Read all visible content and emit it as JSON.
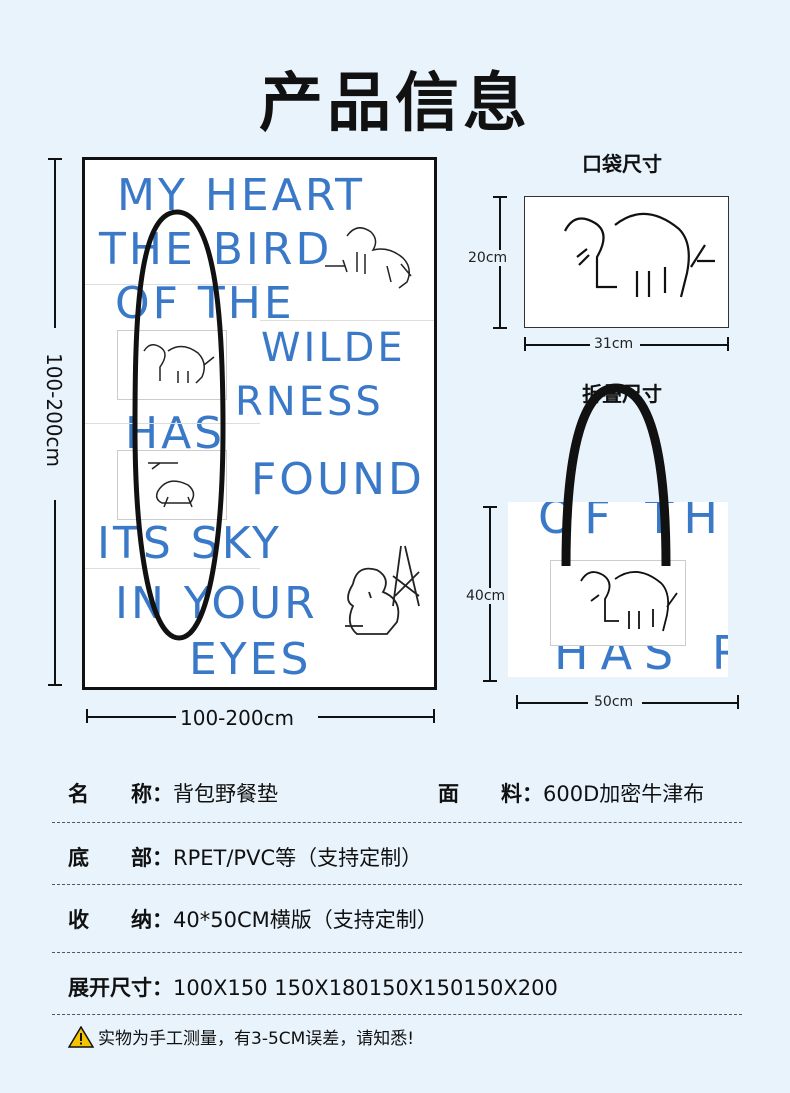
{
  "page_title": "产品信息",
  "main_mat": {
    "text_lines": [
      "MY HEART",
      "THE BIRD",
      "OF THE",
      "WILDE",
      "RNESS",
      "HAS",
      "FOUND",
      "ITS SKY",
      "IN YOUR",
      "EYES"
    ],
    "height_label": "100-200cm",
    "width_label": "100-200cm"
  },
  "pocket": {
    "title": "口袋尺寸",
    "height_label": "20cm",
    "width_label": "31cm"
  },
  "folded": {
    "title": "折叠尺寸",
    "height_label": "40cm",
    "width_label": "50cm",
    "text_top": "OF TH",
    "text_bottom": "HAS R"
  },
  "specs": {
    "name_key": "名　　称：",
    "name_val": "背包野餐垫",
    "fabric_key": "面　　料：",
    "fabric_val": "600D加密牛津布",
    "bottom_key": "底　　部：",
    "bottom_val": "RPET/PVC等（支持定制）",
    "storage_key": "收　　纳：",
    "storage_val": "40*50CM横版（支持定制）",
    "size_key": "展开尺寸：",
    "size_val": "100X150 150X180150X150150X200"
  },
  "note": "实物为手工测量，有3-5CM误差，请知悉!",
  "colors": {
    "accent_blue": "#3a78c8",
    "background": "#e8f3fc",
    "warning": "#f5c400"
  }
}
